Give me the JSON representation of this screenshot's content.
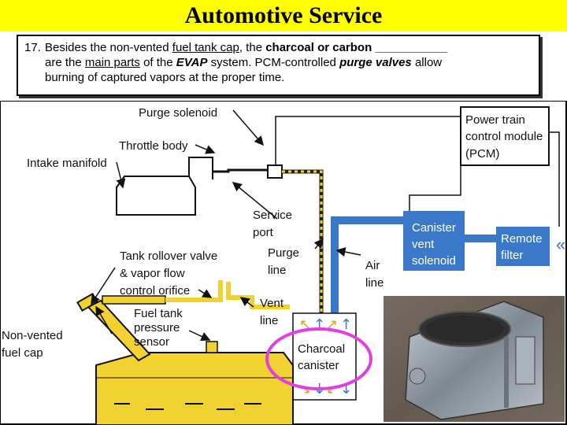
{
  "header": {
    "title": "Automotive Service"
  },
  "question": {
    "number": "17.",
    "t1": "Besides the non-vented ",
    "u1": "fuel tank cap",
    "t2": ", the ",
    "b1": "charcoal or carbon ___________",
    "t3": "are the ",
    "u2": "main parts",
    "t4": " of the ",
    "bi1": "EVAP",
    "t5": " system.  PCM-controlled ",
    "bi2": "purge valves",
    "t6": " allow",
    "t7": "burning of captured vapors at the proper time."
  },
  "diagram": {
    "labels": {
      "purge_solenoid": "Purge solenoid",
      "throttle_body": "Throttle body",
      "intake_manifold": "Intake manifold",
      "pcm_l1": "Power train",
      "pcm_l2": "control module",
      "pcm_l3": "(PCM)",
      "service_port_l1": "Service",
      "service_port_l2": "port",
      "purge_line_l1": "Purge",
      "purge_line_l2": "line",
      "canister_vent_l1": "Canister",
      "canister_vent_l2": "vent",
      "canister_vent_l3": "solenoid",
      "remote_filter_l1": "Remote",
      "remote_filter_l2": "filter",
      "air_line_l1": "Air",
      "air_line_l2": "line",
      "rollover_l1": "Tank rollover valve",
      "rollover_l2": "& vapor flow",
      "rollover_l3": "control orifice",
      "vent_line_l1": "Vent",
      "vent_line_l2": "line",
      "pressure_l1": "Fuel tank",
      "pressure_l2": "pressure",
      "pressure_l3": "sensor",
      "cap_l1": "Non-vented",
      "cap_l2": "fuel cap",
      "charcoal_l1": "Charcoal",
      "charcoal_l2": "canister"
    },
    "colors": {
      "blue": "#3a78c8",
      "yellow": "#f2d230",
      "highlight": "#e040e0",
      "title_bg": "#ffff00"
    }
  }
}
